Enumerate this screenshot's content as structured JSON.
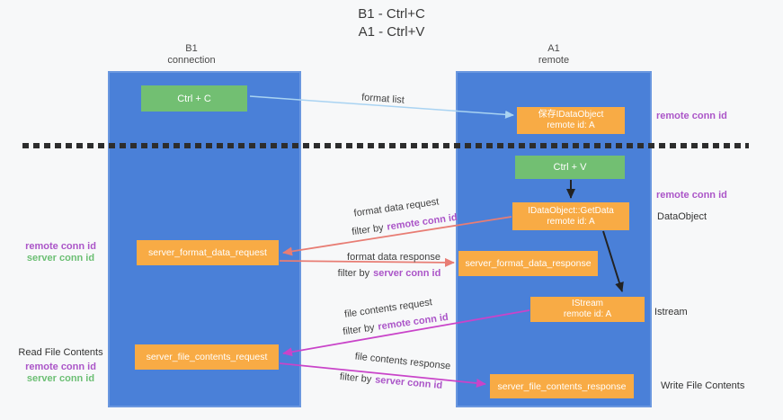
{
  "title": {
    "line1": "B1 - Ctrl+C",
    "line2": "A1 - Ctrl+V"
  },
  "lanes": {
    "left": {
      "name": "B1",
      "role": "connection"
    },
    "right": {
      "name": "A1",
      "role": "remote"
    }
  },
  "nodes": {
    "ctrl_c": {
      "label": "Ctrl + C"
    },
    "save_dataobject": {
      "line1": "保存IDataObject",
      "line2": "remote id: A"
    },
    "ctrl_v": {
      "label": "Ctrl + V"
    },
    "getdata": {
      "line1": "IDataObject::GetData",
      "line2": "remote id: A"
    },
    "format_request": {
      "label": "server_format_data_request"
    },
    "format_response": {
      "label": "server_format_data_response"
    },
    "istream": {
      "line1": "IStream",
      "line2": "remote id: A"
    },
    "file_request": {
      "label": "server_file_contents_request"
    },
    "file_response": {
      "label": "server_file_contents_response"
    }
  },
  "flow_labels": {
    "format_list": "format list",
    "format_data_request": "format data request",
    "format_data_response": "format data response",
    "file_contents_request": "file contents request",
    "file_contents_response": "file contents response",
    "filter_by": "filter by",
    "remote_conn_id": "remote conn id",
    "server_conn_id": "server conn id"
  },
  "side_labels": {
    "right_remote_conn_top": "remote conn id",
    "right_remote_conn_mid": "remote conn id",
    "dataobject": "DataObject",
    "istream": "Istream",
    "write_file_contents": "Write File Contents",
    "left_remote_conn_top": "remote conn id",
    "left_server_conn_top": "server conn id",
    "read_file_contents": "Read File Contents",
    "left_remote_conn_bottom": "remote conn id",
    "left_server_conn_bottom": "server conn id"
  },
  "colors": {
    "lane_blue": "#4a80d8",
    "box_green": "#72bf72",
    "box_orange": "#f8ab45",
    "purple": "#ab55c8",
    "green_text": "#6cbf74",
    "arrow_blue": "#a9d3f2",
    "arrow_salmon": "#e87d74",
    "arrow_magenta": "#c944c9",
    "arrow_black": "#222222",
    "dashed_line": "#2d2d2d"
  }
}
